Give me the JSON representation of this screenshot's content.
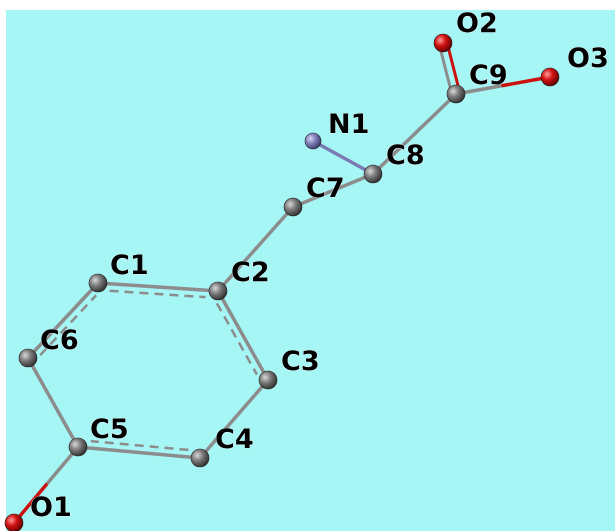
{
  "background_color": "#a6f6f6",
  "colors": {
    "carbon": "#6f6f6f",
    "nitrogen": "#7a7ab4",
    "oxygen": "#cc1111",
    "bond": "#8c8c8c",
    "label": "#000000"
  },
  "atoms": [
    {
      "id": "c1",
      "label": "C1",
      "element": "carbon"
    },
    {
      "id": "c2",
      "label": "C2",
      "element": "carbon"
    },
    {
      "id": "c3",
      "label": "C3",
      "element": "carbon"
    },
    {
      "id": "c4",
      "label": "C4",
      "element": "carbon"
    },
    {
      "id": "c5",
      "label": "C5",
      "element": "carbon"
    },
    {
      "id": "c6",
      "label": "C6",
      "element": "carbon"
    },
    {
      "id": "c7",
      "label": "C7",
      "element": "carbon"
    },
    {
      "id": "c8",
      "label": "C8",
      "element": "carbon"
    },
    {
      "id": "c9",
      "label": "C9",
      "element": "carbon"
    },
    {
      "id": "n1",
      "label": "N1",
      "element": "nitrogen"
    },
    {
      "id": "o1",
      "label": "O1",
      "element": "oxygen"
    },
    {
      "id": "o2",
      "label": "O2",
      "element": "oxygen"
    },
    {
      "id": "o3",
      "label": "O3",
      "element": "oxygen"
    }
  ],
  "bonds": [
    {
      "from": "c1",
      "to": "c2",
      "style": "aromatic"
    },
    {
      "from": "c2",
      "to": "c3",
      "style": "aromatic"
    },
    {
      "from": "c3",
      "to": "c4",
      "style": "single"
    },
    {
      "from": "c4",
      "to": "c5",
      "style": "aromatic"
    },
    {
      "from": "c5",
      "to": "c6",
      "style": "single"
    },
    {
      "from": "c6",
      "to": "c1",
      "style": "aromatic"
    },
    {
      "from": "c2",
      "to": "c7",
      "style": "single"
    },
    {
      "from": "c7",
      "to": "c8",
      "style": "single"
    },
    {
      "from": "c8",
      "to": "n1",
      "style": "single"
    },
    {
      "from": "c8",
      "to": "c9",
      "style": "single"
    },
    {
      "from": "c9",
      "to": "o2",
      "style": "double"
    },
    {
      "from": "c9",
      "to": "o3",
      "style": "single"
    },
    {
      "from": "c5",
      "to": "o1",
      "style": "single"
    }
  ]
}
